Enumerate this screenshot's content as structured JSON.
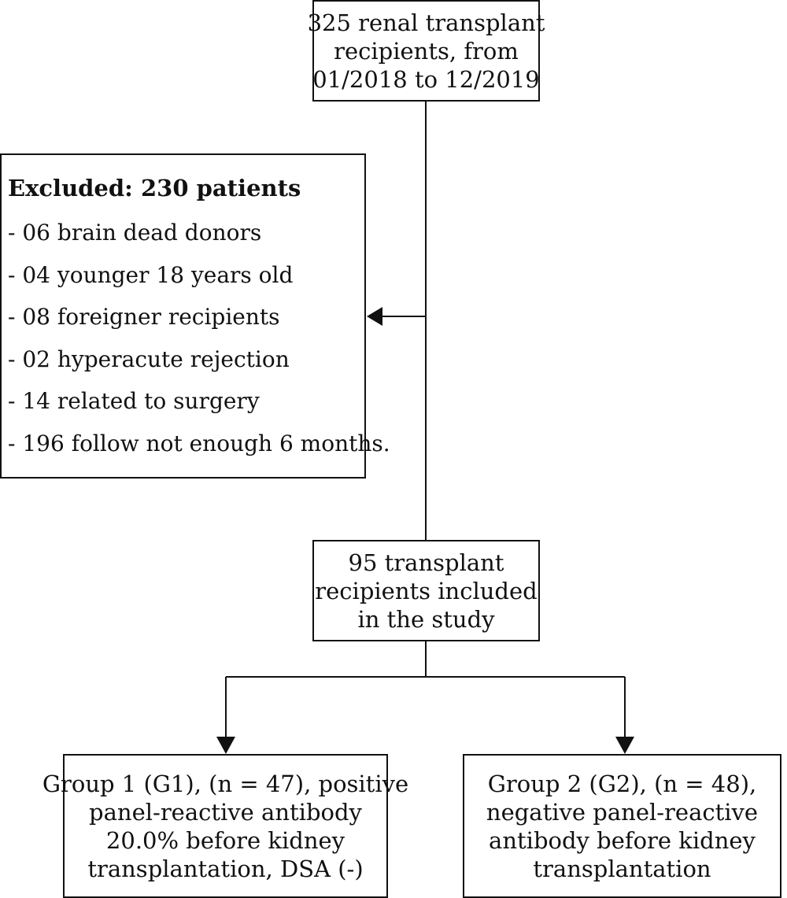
{
  "source": {
    "lines": [
      "325 renal transplant",
      "recipients, from",
      "01/2018 to 12/2019"
    ]
  },
  "excluded": {
    "title": "Excluded: 230 patients",
    "items": [
      "- 06 brain dead donors",
      "- 04 younger 18 years old",
      "- 08 foreigner recipients",
      "- 02 hyperacute rejection",
      "- 14 related to surgery",
      "- 196 follow not enough 6 months."
    ]
  },
  "included": {
    "lines": [
      "95 transplant",
      "recipients included",
      "in the study"
    ]
  },
  "group1": {
    "lines": [
      "Group 1 (G1), (n = 47), positive",
      "panel-reactive antibody",
      "20.0% before kidney",
      "transplantation, DSA (-)"
    ]
  },
  "group2": {
    "lines": [
      "Group 2 (G2), (n = 48),",
      "negative panel-reactive",
      "antibody before kidney",
      "transplantation"
    ]
  },
  "colors": {
    "stroke": "#111111",
    "background": "#ffffff"
  }
}
